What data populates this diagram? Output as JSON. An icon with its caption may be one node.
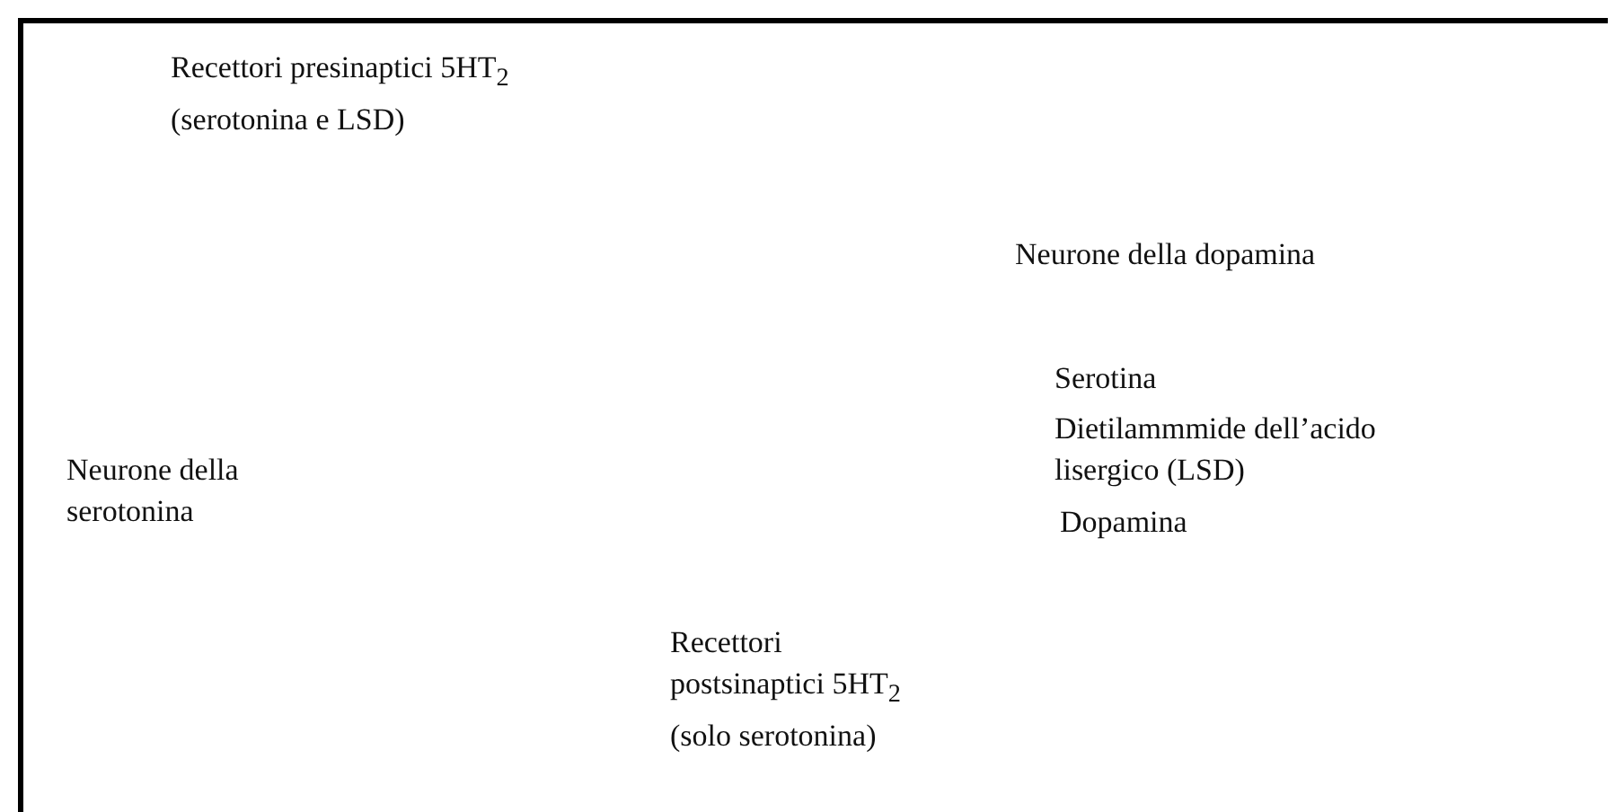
{
  "diagram": {
    "labels": [
      "Recettori presinaptici 5HT$_{2}$ (serotonina e LSD)",
      "Neurone della dopamina",
      "Serotina",
      "Dietilammmide dell’acido lisergico (LSD)",
      "Neurone della serotonina",
      "Dopamina",
      "Recettori postsinaptici 5HT$_{2}$ (solo serotonina)"
    ]
  }
}
